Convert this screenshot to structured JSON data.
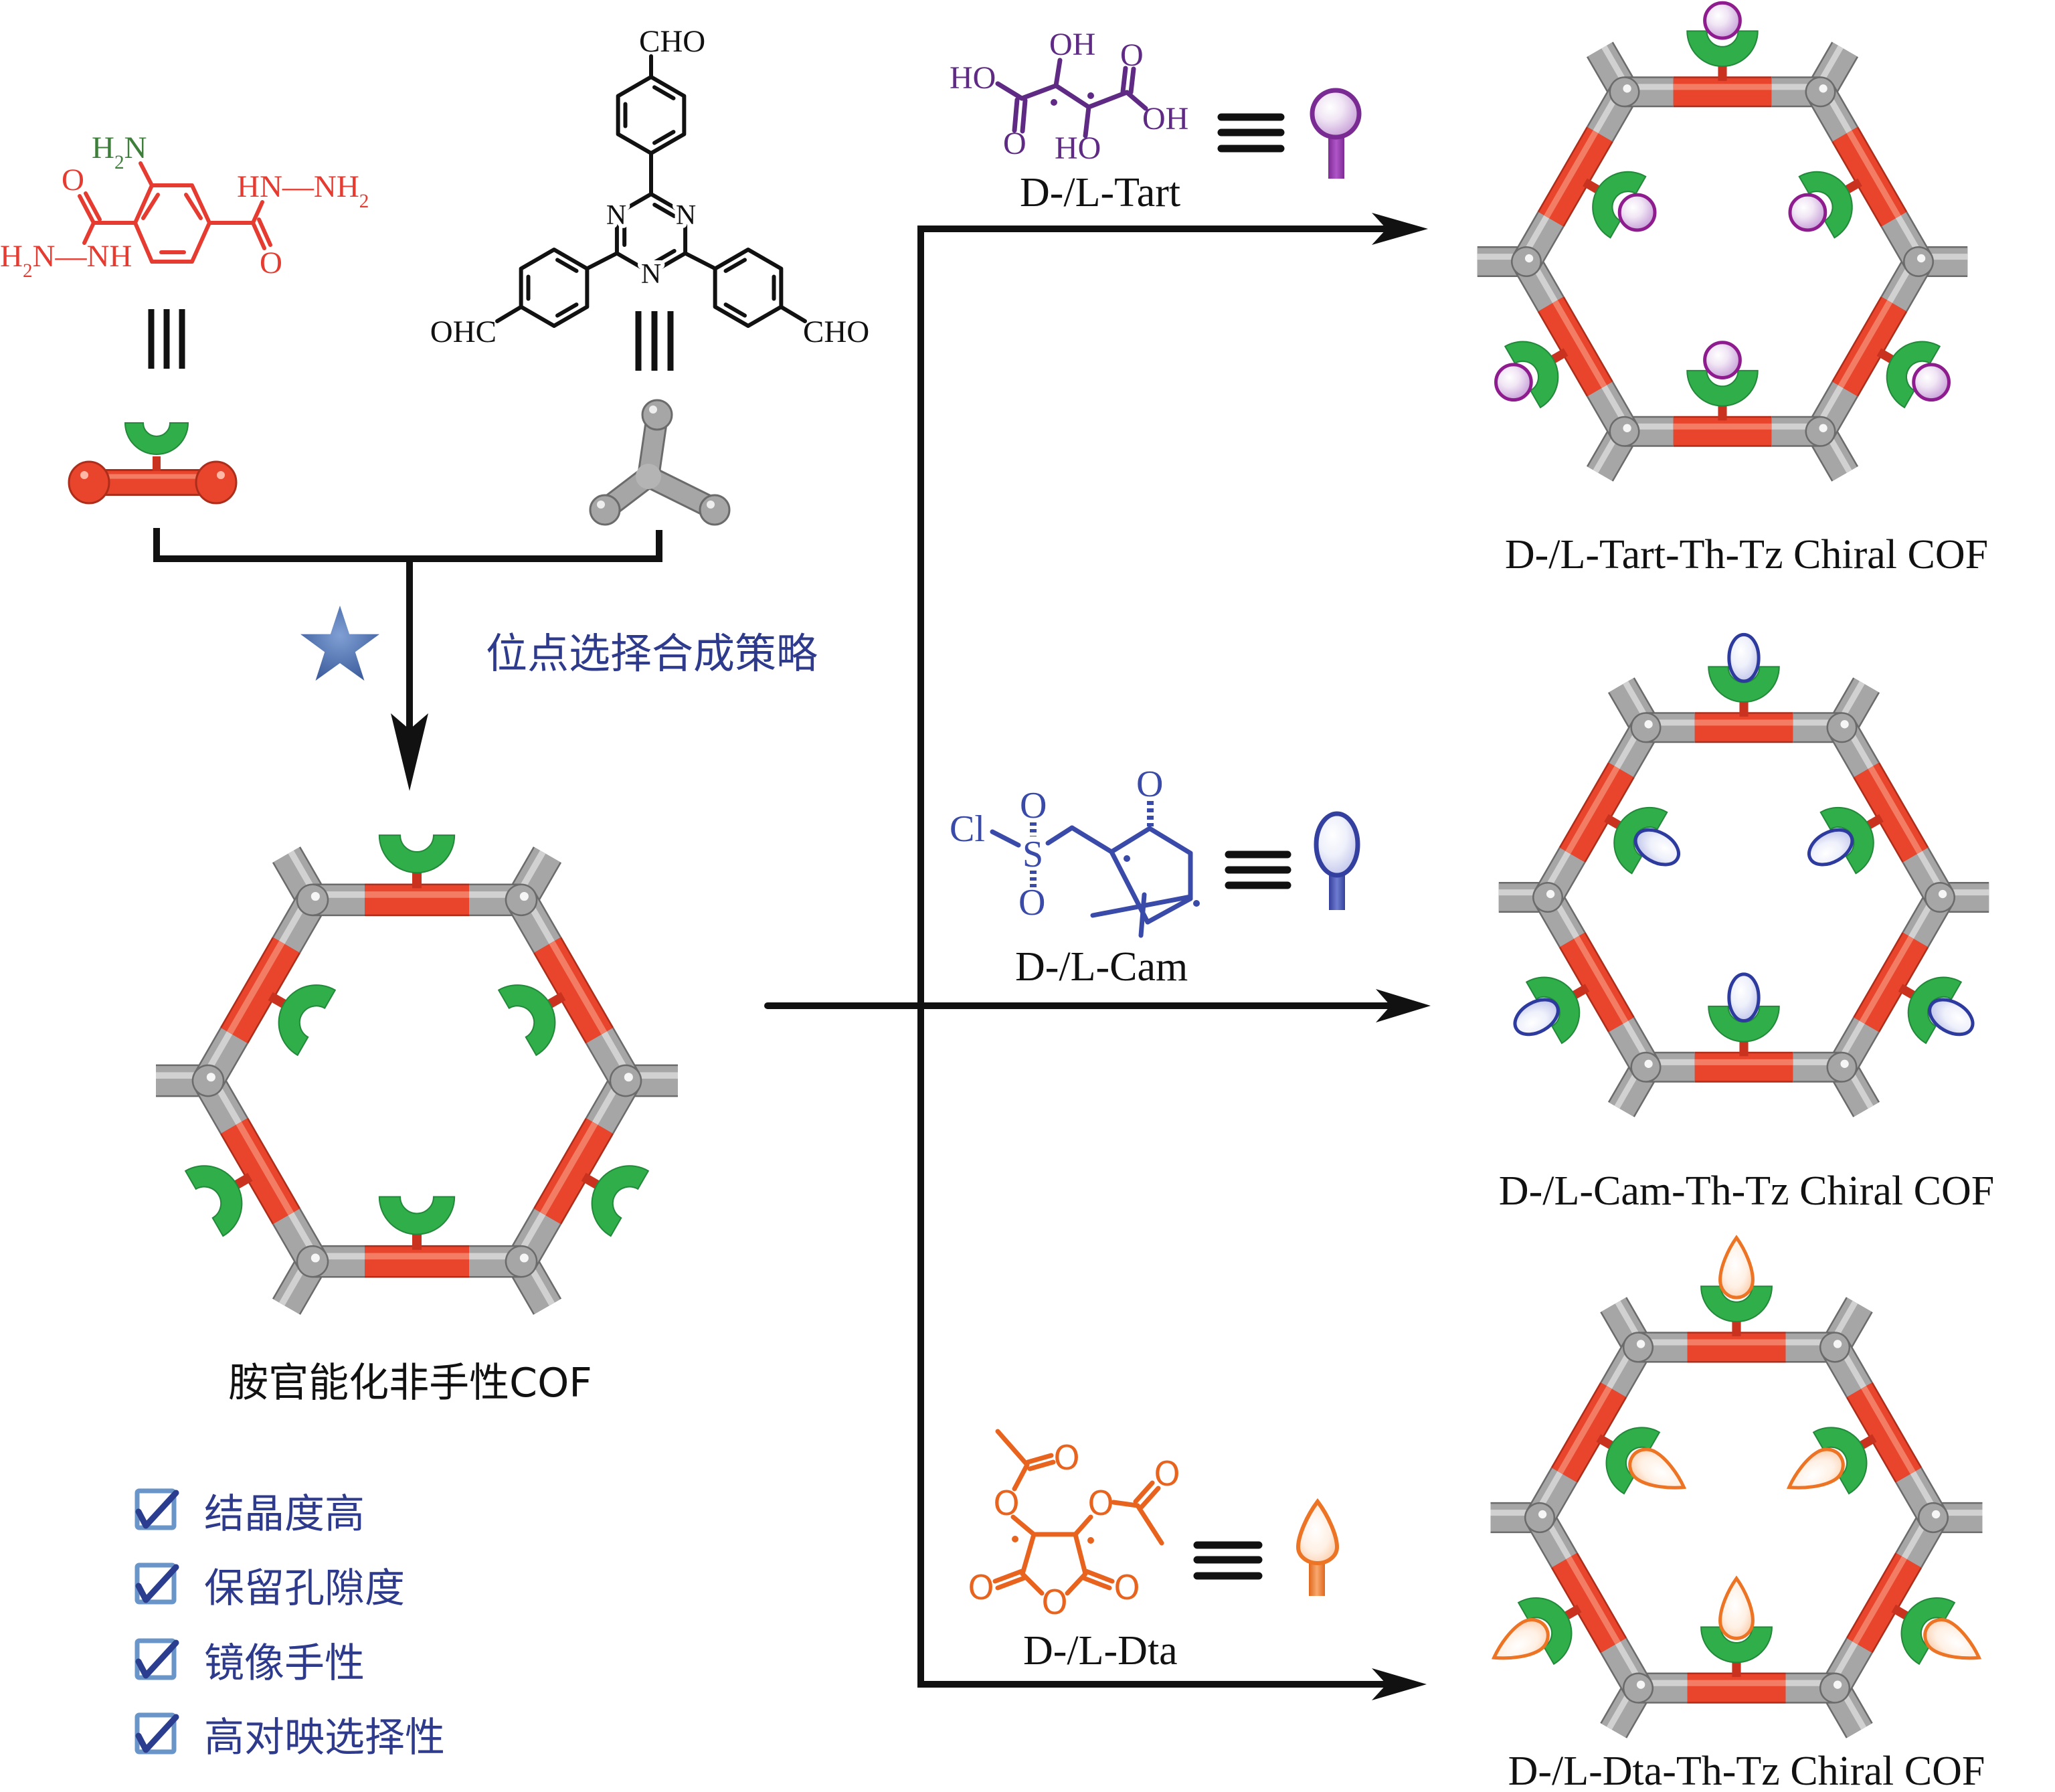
{
  "building_blocks": {
    "diamine_linker": {
      "color": "#e53b30",
      "amine_color": "#3d7f3a",
      "labels": {
        "amine": [
          "H",
          {
            "sub": "2"
          },
          "N"
        ],
        "carbonyl_o_left": "O",
        "hydrazide_right": [
          "HN—NH",
          {
            "sub": "2"
          }
        ],
        "hydrazide_left": [
          "H",
          {
            "sub": "2"
          },
          "N—NH"
        ],
        "carbonyl_o_right": "O"
      },
      "equivalent_icon": "triple-bar-icon",
      "model_icon": "amine-linker-model-icon"
    },
    "trialdehyde_node": {
      "color": "#111111",
      "labels": {
        "cho_top": "CHO",
        "n_left": "N",
        "n_right": "N",
        "n_bottom": "N",
        "ohc_left": "OHC",
        "cho_right": "CHO"
      },
      "equivalent_icon": "triple-bar-icon",
      "model_icon": "tripod-node-model-icon"
    }
  },
  "synthesis": {
    "strategy_label": "位点选择合成策略",
    "strategy_icon": "star-icon",
    "star_color": "#4a6fae",
    "label_color": "#2e3a8c"
  },
  "achiral_cof": {
    "label": "胺官能化非手性COF",
    "pendant_group": "amine-cup"
  },
  "features": {
    "text_color": "#2e3a8c",
    "box_color": "#6a95c8",
    "check_color": "#2b3d8f",
    "items": [
      {
        "label": "结晶度高",
        "checked": true
      },
      {
        "label": "保留孔隙度",
        "checked": true
      },
      {
        "label": "镜像手性",
        "checked": true
      },
      {
        "label": "高对映选择性",
        "checked": true
      }
    ]
  },
  "chiral_modifiers": [
    {
      "key": "tart",
      "name": "D-/L-Tart",
      "color": "#5e2a84",
      "guest_color": "#8e1c8e",
      "guest_shape": "sphere",
      "model_icon": "lollipop-icon",
      "labels": {
        "ho_left": "HO",
        "oh_top": "OH",
        "o_top": "O",
        "oh_right": "OH",
        "o_bottom": "O",
        "ho_bottom": "HO"
      },
      "product_label": "D-/L-Tart-Th-Tz Chiral COF"
    },
    {
      "key": "cam",
      "name": "D-/L-Cam",
      "color": "#3a4aa8",
      "guest_color": "#2d3a9e",
      "guest_shape": "ellipsoid",
      "model_icon": "egg-icon",
      "labels": {
        "cl": "Cl",
        "o_upper": "O",
        "s": "S",
        "o_lower": "O",
        "o_ketone": "O"
      },
      "product_label": "D-/L-Cam-Th-Tz Chiral COF"
    },
    {
      "key": "dta",
      "name": "D-/L-Dta",
      "color": "#e8641e",
      "guest_color": "#ec7424",
      "guest_shape": "teardrop",
      "model_icon": "flame-icon",
      "labels": {
        "o_acetyl_left": "O",
        "o_ester_left": "O",
        "o_ester_right": "O",
        "o_acetyl_right": "O",
        "o_carbonyl_left": "O",
        "o_carbonyl_right": "O",
        "o_ring": "O"
      },
      "product_label": "D-/L-Dta-Th-Tz Chiral COF"
    }
  ],
  "colors": {
    "linker_red": "#e8452c",
    "linker_red_dark": "#ad2d1b",
    "node_gray": "#a6a6a6",
    "node_gray_dark": "#6b6b6b",
    "pendant_green": "#2fae4a",
    "pendant_green_dark": "#23893a",
    "stem_red": "#c8321f",
    "arrow": "#111111",
    "text": "#111111"
  }
}
